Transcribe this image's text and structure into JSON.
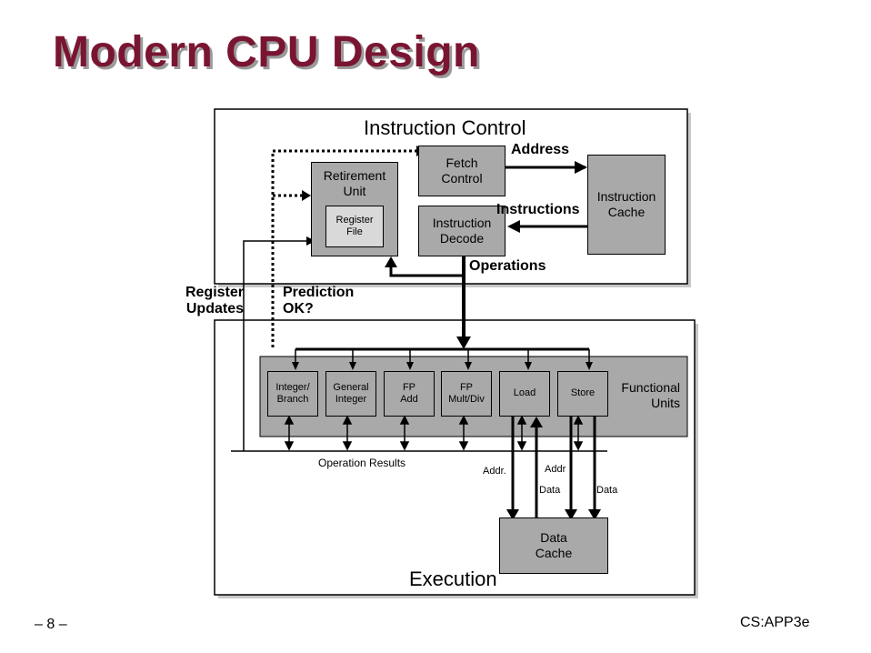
{
  "title": "Modern CPU Design",
  "instruction_control": {
    "label": "Instruction Control",
    "retirement_unit": "Retirement\nUnit",
    "register_file": "Register\nFile",
    "fetch_control": "Fetch\nControl",
    "instruction_decode": "Instruction\nDecode",
    "instruction_cache": "Instruction\nCache",
    "address_label": "Address",
    "instructions_label": "Instructions",
    "operations_label": "Operations"
  },
  "side_labels": {
    "register_updates": "Register\nUpdates",
    "prediction_ok": "Prediction\nOK?"
  },
  "execution": {
    "label": "Execution",
    "functional_units_label": "Functional\nUnits",
    "units": [
      "Integer/\nBranch",
      "General\nInteger",
      "FP\nAdd",
      "FP\nMult/Div",
      "Load",
      "Store"
    ],
    "operation_results": "Operation Results",
    "addr_load": "Addr.",
    "addr_store": "Addr",
    "data_load": "Data",
    "data_store": "Data",
    "data_cache": "Data\nCache"
  },
  "footer": {
    "page": "– 8 –",
    "course": "CS:APP3e"
  }
}
